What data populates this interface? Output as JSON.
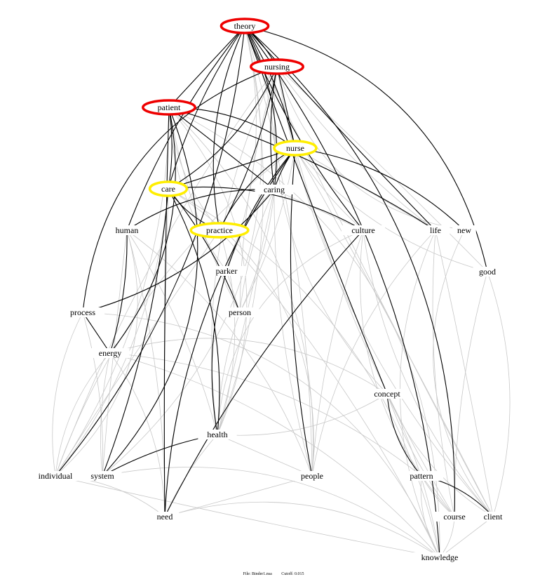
{
  "colors": {
    "primary_node": "#ee0000",
    "secondary_node": "#ffee00",
    "strong_edge": "#000000",
    "weak_edge": "#c8c8c8"
  },
  "nodes": [
    {
      "id": "theory",
      "label": "theory",
      "rank": "primary"
    },
    {
      "id": "nursing",
      "label": "nursing",
      "rank": "primary"
    },
    {
      "id": "patient",
      "label": "patient",
      "rank": "primary"
    },
    {
      "id": "nurse",
      "label": "nurse",
      "rank": "secondary"
    },
    {
      "id": "care",
      "label": "care",
      "rank": "secondary"
    },
    {
      "id": "caring",
      "label": "caring",
      "rank": "plain"
    },
    {
      "id": "human",
      "label": "human",
      "rank": "plain"
    },
    {
      "id": "practice",
      "label": "practice",
      "rank": "secondary"
    },
    {
      "id": "culture",
      "label": "culture",
      "rank": "plain"
    },
    {
      "id": "life",
      "label": "life",
      "rank": "plain"
    },
    {
      "id": "new",
      "label": "new",
      "rank": "plain"
    },
    {
      "id": "good",
      "label": "good",
      "rank": "plain"
    },
    {
      "id": "parker",
      "label": "parker",
      "rank": "plain"
    },
    {
      "id": "person",
      "label": "person",
      "rank": "plain"
    },
    {
      "id": "process",
      "label": "process",
      "rank": "plain"
    },
    {
      "id": "energy",
      "label": "energy",
      "rank": "plain"
    },
    {
      "id": "concept",
      "label": "concept",
      "rank": "plain"
    },
    {
      "id": "health",
      "label": "health",
      "rank": "plain"
    },
    {
      "id": "individual",
      "label": "individual",
      "rank": "plain"
    },
    {
      "id": "system",
      "label": "system",
      "rank": "plain"
    },
    {
      "id": "people",
      "label": "people",
      "rank": "plain"
    },
    {
      "id": "pattern",
      "label": "pattern",
      "rank": "plain"
    },
    {
      "id": "need",
      "label": "need",
      "rank": "plain"
    },
    {
      "id": "course",
      "label": "course",
      "rank": "plain"
    },
    {
      "id": "client",
      "label": "client",
      "rank": "plain"
    },
    {
      "id": "knowledge",
      "label": "knowledge",
      "rank": "plain"
    }
  ],
  "strong_edges": [
    [
      "theory",
      "nursing"
    ],
    [
      "theory",
      "patient"
    ],
    [
      "theory",
      "care"
    ],
    [
      "theory",
      "practice"
    ],
    [
      "theory",
      "caring"
    ],
    [
      "theory",
      "nurse"
    ],
    [
      "theory",
      "individual"
    ],
    [
      "theory",
      "culture"
    ],
    [
      "theory",
      "concept"
    ],
    [
      "theory",
      "good"
    ],
    [
      "theory",
      "course"
    ],
    [
      "theory",
      "knowledge"
    ],
    [
      "theory",
      "human"
    ],
    [
      "theory",
      "life"
    ],
    [
      "nursing",
      "care"
    ],
    [
      "nursing",
      "practice"
    ],
    [
      "nursing",
      "nurse"
    ],
    [
      "nursing",
      "caring"
    ],
    [
      "nursing",
      "process"
    ],
    [
      "patient",
      "nurse"
    ],
    [
      "patient",
      "care"
    ],
    [
      "patient",
      "caring"
    ],
    [
      "patient",
      "life"
    ],
    [
      "patient",
      "need"
    ],
    [
      "patient",
      "system"
    ],
    [
      "patient",
      "energy"
    ],
    [
      "nurse",
      "care"
    ],
    [
      "nurse",
      "caring"
    ],
    [
      "nurse",
      "practice"
    ],
    [
      "nurse",
      "new"
    ],
    [
      "nurse",
      "people"
    ],
    [
      "nurse",
      "need"
    ],
    [
      "nurse",
      "health"
    ],
    [
      "care",
      "practice"
    ],
    [
      "care",
      "culture"
    ],
    [
      "care",
      "person"
    ],
    [
      "care",
      "health"
    ],
    [
      "care",
      "system"
    ],
    [
      "caring",
      "human"
    ],
    [
      "caring",
      "process"
    ],
    [
      "human",
      "energy"
    ],
    [
      "process",
      "energy"
    ],
    [
      "health",
      "system"
    ],
    [
      "concept",
      "pattern"
    ],
    [
      "pattern",
      "client"
    ],
    [
      "culture",
      "need"
    ]
  ],
  "weak_edges": [
    [
      "theory",
      "parker"
    ],
    [
      "theory",
      "person"
    ],
    [
      "theory",
      "health"
    ],
    [
      "theory",
      "people"
    ],
    [
      "theory",
      "client"
    ],
    [
      "theory",
      "system"
    ],
    [
      "nursing",
      "person"
    ],
    [
      "nursing",
      "health"
    ],
    [
      "nursing",
      "life"
    ],
    [
      "nursing",
      "new"
    ],
    [
      "nursing",
      "good"
    ],
    [
      "nursing",
      "individual"
    ],
    [
      "nursing",
      "client"
    ],
    [
      "nursing",
      "concept"
    ],
    [
      "patient",
      "practice"
    ],
    [
      "patient",
      "health"
    ],
    [
      "patient",
      "people"
    ],
    [
      "patient",
      "individual"
    ],
    [
      "patient",
      "person"
    ],
    [
      "patient",
      "parker"
    ],
    [
      "patient",
      "knowledge"
    ],
    [
      "nurse",
      "person"
    ],
    [
      "nurse",
      "life"
    ],
    [
      "nurse",
      "culture"
    ],
    [
      "nurse",
      "good"
    ],
    [
      "nurse",
      "client"
    ],
    [
      "nurse",
      "course"
    ],
    [
      "nurse",
      "individual"
    ],
    [
      "nurse",
      "parker"
    ],
    [
      "care",
      "need"
    ],
    [
      "care",
      "people"
    ],
    [
      "care",
      "knowledge"
    ],
    [
      "care",
      "individual"
    ],
    [
      "caring",
      "person"
    ],
    [
      "caring",
      "parker"
    ],
    [
      "caring",
      "health"
    ],
    [
      "caring",
      "people"
    ],
    [
      "caring",
      "culture"
    ],
    [
      "human",
      "need"
    ],
    [
      "human",
      "system"
    ],
    [
      "human",
      "individual"
    ],
    [
      "human",
      "health"
    ],
    [
      "human",
      "people"
    ],
    [
      "practice",
      "knowledge"
    ],
    [
      "practice",
      "individual"
    ],
    [
      "practice",
      "health"
    ],
    [
      "culture",
      "people"
    ],
    [
      "culture",
      "client"
    ],
    [
      "culture",
      "course"
    ],
    [
      "culture",
      "health"
    ],
    [
      "life",
      "client"
    ],
    [
      "life",
      "course"
    ],
    [
      "life",
      "people"
    ],
    [
      "life",
      "knowledge"
    ],
    [
      "new",
      "client"
    ],
    [
      "good",
      "client"
    ],
    [
      "good",
      "course"
    ],
    [
      "parker",
      "person"
    ],
    [
      "person",
      "health"
    ],
    [
      "process",
      "individual"
    ],
    [
      "process",
      "knowledge"
    ],
    [
      "process",
      "system"
    ],
    [
      "energy",
      "pattern"
    ],
    [
      "energy",
      "system"
    ],
    [
      "energy",
      "individual"
    ],
    [
      "energy",
      "need"
    ],
    [
      "energy",
      "concept"
    ],
    [
      "energy",
      "knowledge"
    ],
    [
      "concept",
      "course"
    ],
    [
      "concept",
      "client"
    ],
    [
      "concept",
      "health"
    ],
    [
      "concept",
      "knowledge"
    ],
    [
      "health",
      "people"
    ],
    [
      "health",
      "need"
    ],
    [
      "individual",
      "knowledge"
    ],
    [
      "individual",
      "need"
    ],
    [
      "system",
      "knowledge"
    ],
    [
      "people",
      "need"
    ],
    [
      "pattern",
      "course"
    ],
    [
      "pattern",
      "knowledge"
    ],
    [
      "course",
      "knowledge"
    ],
    [
      "need",
      "knowledge"
    ],
    [
      "client",
      "knowledge"
    ]
  ],
  "footer": {
    "file": "File: Binder1.nsa",
    "cutoff": "Cutoff: 0.015"
  }
}
